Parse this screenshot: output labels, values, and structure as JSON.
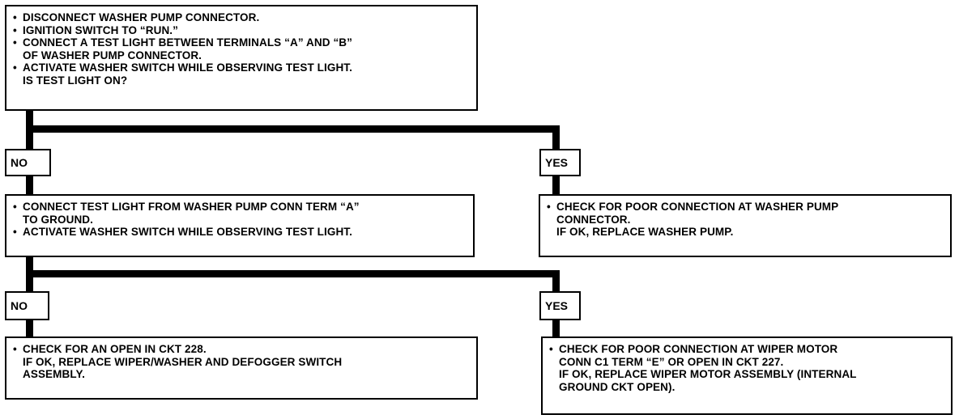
{
  "steps": [
    {
      "lines": [
        {
          "text": "DISCONNECT WASHER PUMP CONNECTOR.",
          "bullet": true
        },
        {
          "text": "IGNITION SWITCH TO “RUN.”",
          "bullet": true
        },
        {
          "text": "CONNECT A TEST LIGHT BETWEEN TERMINALS “A” AND “B”",
          "bullet": true
        },
        {
          "text": "OF WASHER PUMP CONNECTOR.",
          "bullet": false
        },
        {
          "text": "ACTIVATE WASHER SWITCH WHILE OBSERVING TEST LIGHT.",
          "bullet": true
        },
        {
          "text": "IS TEST LIGHT ON?",
          "bullet": false
        }
      ]
    },
    {
      "lines": [
        {
          "text": "CONNECT TEST LIGHT FROM WASHER PUMP CONN TERM “A”",
          "bullet": true
        },
        {
          "text": "TO GROUND.",
          "bullet": false
        },
        {
          "text": "ACTIVATE WASHER SWITCH WHILE OBSERVING TEST LIGHT.",
          "bullet": true
        }
      ]
    },
    {
      "lines": [
        {
          "text": "CHECK FOR POOR CONNECTION AT WASHER PUMP",
          "bullet": true
        },
        {
          "text": "CONNECTOR.",
          "bullet": false
        },
        {
          "text": "IF OK, REPLACE WASHER PUMP.",
          "bullet": false
        }
      ]
    },
    {
      "lines": [
        {
          "text": "CHECK FOR AN OPEN IN CKT 228.",
          "bullet": true
        },
        {
          "text": "IF OK, REPLACE WIPER/WASHER AND DEFOGGER SWITCH",
          "bullet": false
        },
        {
          "text": "ASSEMBLY.",
          "bullet": false
        }
      ]
    },
    {
      "lines": [
        {
          "text": "CHECK FOR POOR CONNECTION AT WIPER MOTOR",
          "bullet": true
        },
        {
          "text": "CONN C1 TERM “E” OR OPEN IN CKT 227.",
          "bullet": false
        },
        {
          "text": "IF OK, REPLACE WIPER MOTOR ASSEMBLY (INTERNAL",
          "bullet": false
        },
        {
          "text": "GROUND CKT OPEN).",
          "bullet": false
        }
      ]
    }
  ],
  "labels": {
    "no_1": "NO",
    "yes_1": "YES",
    "no_2": "NO",
    "yes_2": "YES"
  }
}
